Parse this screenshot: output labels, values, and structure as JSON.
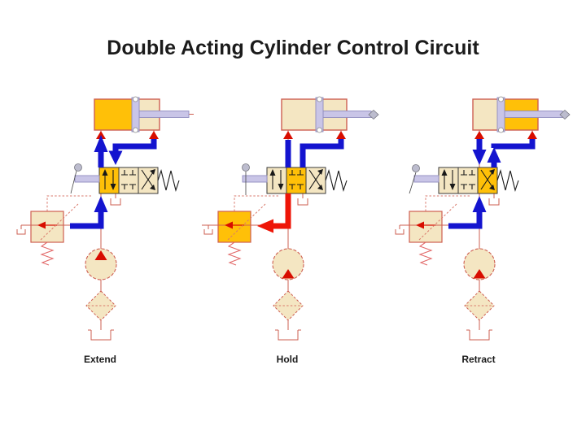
{
  "title": "Double Acting Cylinder Control Circuit",
  "circuits": [
    {
      "label": "Extend",
      "active_valve_position": "parallel-flow-left-box",
      "pressurized_flow": "blue-to-cap-end",
      "pressurized_chamber": "cap-end"
    },
    {
      "label": "Hold",
      "active_valve_position": "closed-center-box",
      "pressurized_flow": "red-to-relief-valve",
      "pressurized_chamber": "none"
    },
    {
      "label": "Retract",
      "active_valve_position": "cross-flow-right-box",
      "pressurized_flow": "blue-to-rod-end",
      "pressurized_chamber": "rod-end"
    }
  ],
  "colors": {
    "active": "#FFC008",
    "inactive": "#F4E6C2",
    "salmon": "#CE5F52",
    "dash_red": "#D97A6C",
    "arrow_red": "#D80D00",
    "flow_blue": "#1414CF",
    "flow_red": "#EE1507",
    "lavender": "#C9C5E7",
    "lavender_stroke": "#8F8BBF",
    "ball_gray": "#BCBCCE",
    "spring_red": "#E26A6A",
    "text": "#1B1B1B"
  }
}
